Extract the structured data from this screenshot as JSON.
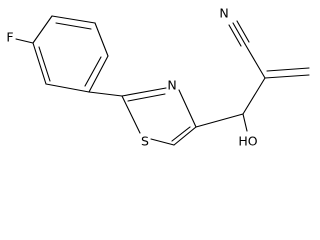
{
  "molecule": {
    "atoms": {
      "fluorine": "F",
      "sulfur": "S",
      "nitrogen_ring": "N",
      "nitrile": "N",
      "hydroxyl": "HO"
    }
  },
  "colors": {
    "bond": "#000000",
    "label": "#000000",
    "background": "#ffffff"
  }
}
